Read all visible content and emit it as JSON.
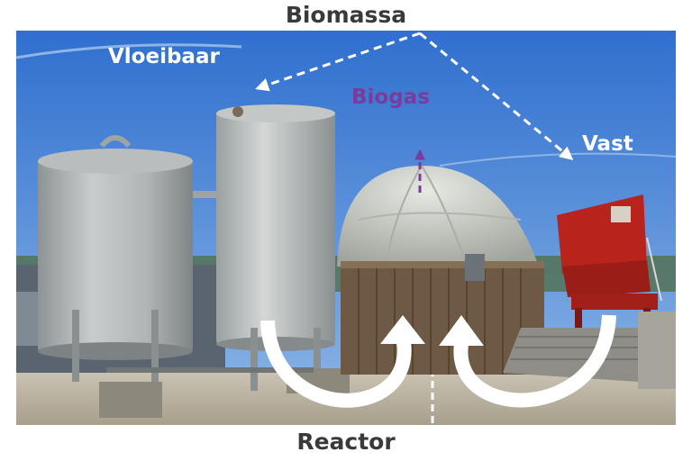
{
  "labels": {
    "top": "Biomassa",
    "liquid": "Vloeibaar",
    "gas": "Biogas",
    "solid": "Vast",
    "bottom": "Reactor"
  },
  "colors": {
    "heading": "#3a3a3a",
    "white_label": "#ffffff",
    "biogas": "#7a3c9c",
    "sky": "#3f7fd6",
    "feeder_red": "#b8241c",
    "tank_grey": "#b4b8b8"
  }
}
